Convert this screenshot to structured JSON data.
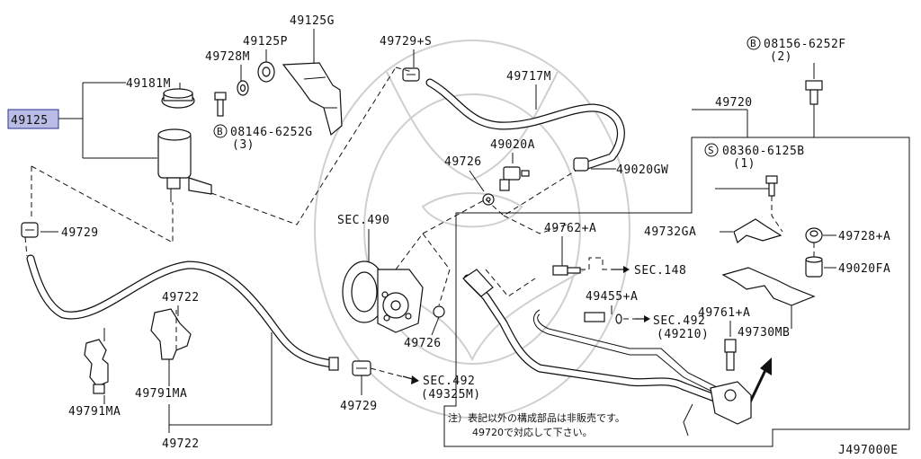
{
  "labels": {
    "p49125": "49125",
    "p49181m": "49181M",
    "p49125g": "49125G",
    "p49125p": "49125P",
    "p49728m": "49728M",
    "b08146": "08146-6252G",
    "b08146_qty": "(3)",
    "p49729s": "49729+S",
    "p49717m": "49717M",
    "p49020a": "49020A",
    "p49726_top": "49726",
    "p49020gw": "49020GW",
    "b08156": "08156-6252F",
    "b08156_qty": "(2)",
    "p49720": "49720",
    "s08360": "08360-6125B",
    "s08360_qty": "(1)",
    "p49729_left": "49729",
    "sec490": "SEC.490",
    "p49762a": "49762+A",
    "sec148": "SEC.148",
    "p49732ga": "49732GA",
    "p49728a": "49728+A",
    "p49020fa": "49020FA",
    "p49455a": "49455+A",
    "p49761a": "49761+A",
    "sec492_right": "SEC.492",
    "sec492_right_sub": "(49210)",
    "p49730mb": "49730MB",
    "p49726_mid": "49726",
    "p49722_top": "49722",
    "p49791ma_left": "49791MA",
    "p49791ma_right": "49791MA",
    "sec492_bottom": "SEC.492",
    "sec492_bottom_sub": "(49325M)",
    "p49729_bottom": "49729",
    "p49722_bottom": "49722",
    "note_line1": "注）表記以外の構成部品は非販売です。",
    "note_line2": "49720で対応して下さい。",
    "diagram_code": "J497000E"
  },
  "symbols": {
    "bolt_b1": "B",
    "bolt_b2": "B",
    "screw_s": "S"
  },
  "colors": {
    "highlight": "#b9bde6",
    "highlight_border": "#2a2f8f",
    "ink": "#111111",
    "watermark": "#cfcfcf"
  }
}
